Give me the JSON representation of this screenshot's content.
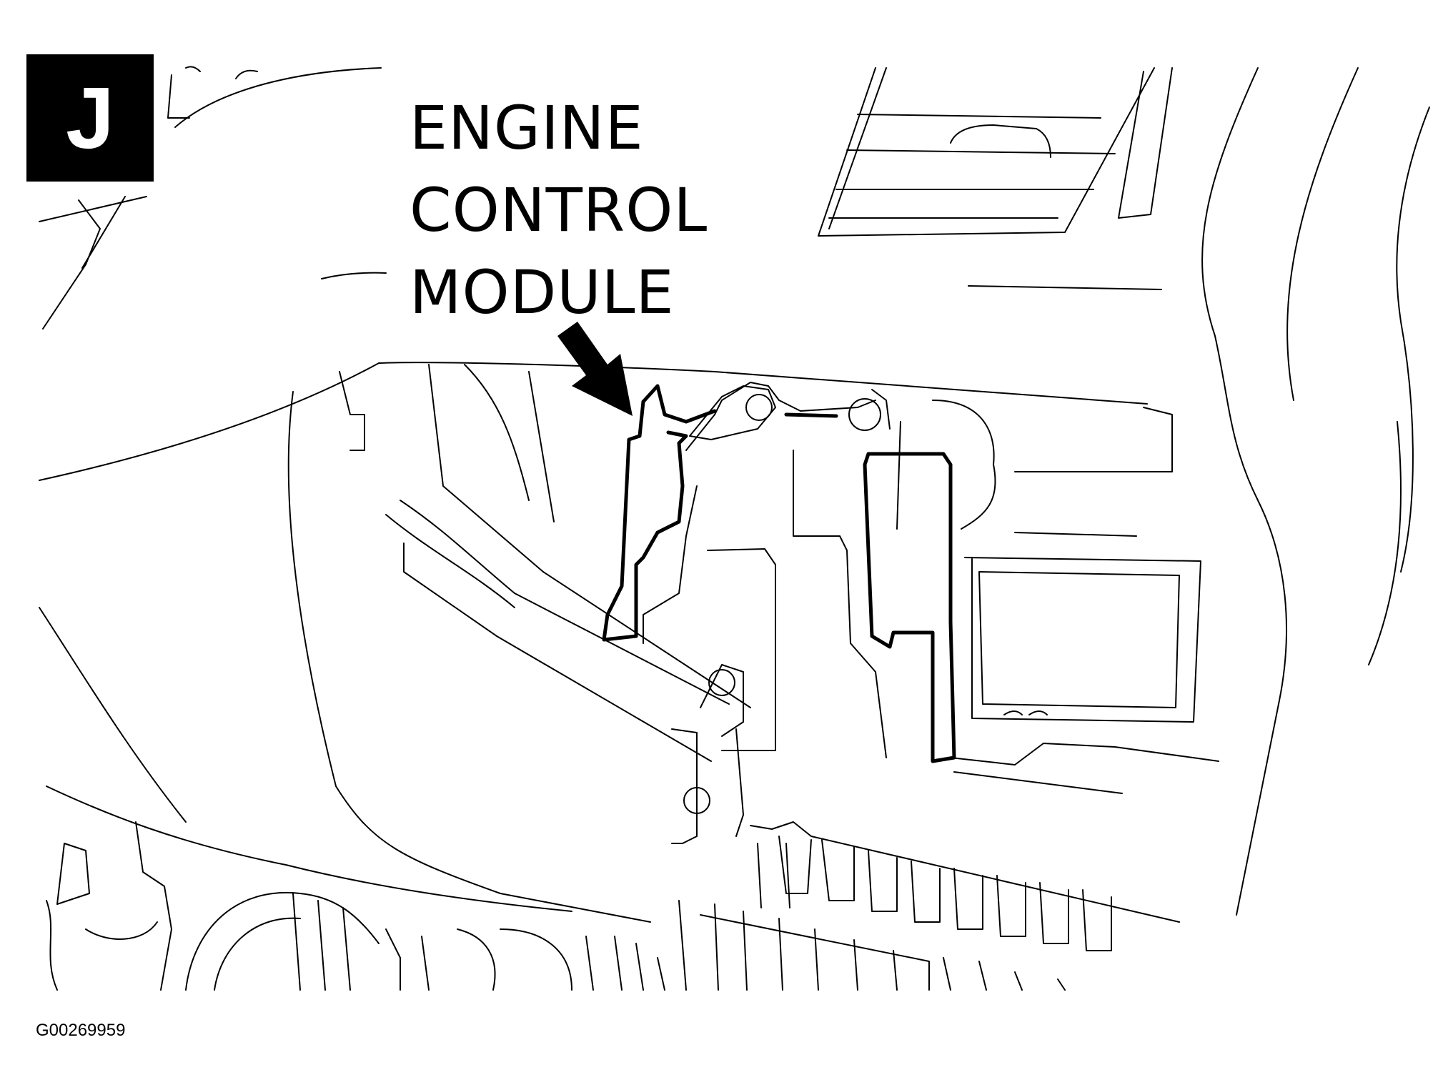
{
  "figure": {
    "badge": "J",
    "callout_lines": [
      "ENGINE",
      "CONTROL",
      "MODULE"
    ],
    "figure_id": "G00269959"
  },
  "colors": {
    "ink": "#000000",
    "paper": "#ffffff"
  },
  "icons": {
    "pointer": "arrow-icon"
  }
}
